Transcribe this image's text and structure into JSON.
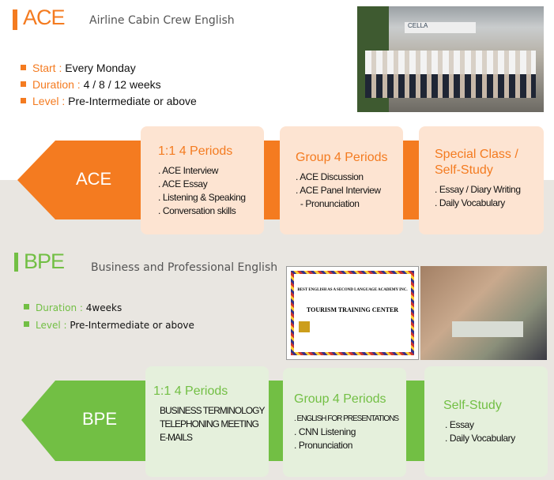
{
  "ace": {
    "title": "ACE",
    "subtitle": "Airline Cabin Crew English",
    "info": [
      {
        "label": "Start : ",
        "value": "Every Monday"
      },
      {
        "label": "Duration : ",
        "value": "4 / 8 /  12 weeks"
      },
      {
        "label": "Level : ",
        "value": "Pre-Intermediate or above"
      }
    ],
    "arrow_label": "ACE",
    "boxes": [
      {
        "title": "1:1 4 Periods",
        "items": [
          ". ACE Interview",
          ". ACE Essay",
          ". Listening & Speaking",
          ". Conversation skills"
        ]
      },
      {
        "title": "Group 4  Periods",
        "items": [
          ". ACE Discussion",
          ". ACE Panel Interview",
          "  - Pronunciation"
        ]
      },
      {
        "title": "Special Class / Self-Study",
        "items": [
          ". Essay / Diary Writing",
          ". Daily Vocabulary"
        ]
      }
    ],
    "photo_sign": "CELLA"
  },
  "bpe": {
    "title": "BPE",
    "subtitle": "Business and Professional English",
    "info": [
      {
        "label": "Duration : ",
        "value": "4weeks"
      },
      {
        "label": "Level : ",
        "value": "Pre-Intermediate or above"
      }
    ],
    "arrow_label": "BPE",
    "boxes": [
      {
        "title": "1:1 4 Periods",
        "items": [
          "BUSINESS TERMINOLOGY",
          "TELEPHONING MEETING",
          "E-MAILS"
        ]
      },
      {
        "title": "Group 4 Periods",
        "items": [
          ". ENGLISH FOR PRESENTATIONS",
          ". CNN Listening",
          ". Pronunciation"
        ]
      },
      {
        "title": "Self-Study",
        "items": [
          ". Essay",
          ". Daily Vocabulary"
        ]
      }
    ],
    "certificate": {
      "org": "BEST ENGLISH AS A SECOND LANGUAGE ACADEMY INC.",
      "title": "TOURISM TRAINING CENTER"
    }
  },
  "colors": {
    "orange": "#f47b20",
    "orange_box": "#fde4d2",
    "green": "#72bf44",
    "green_box": "#e5f0dc"
  }
}
